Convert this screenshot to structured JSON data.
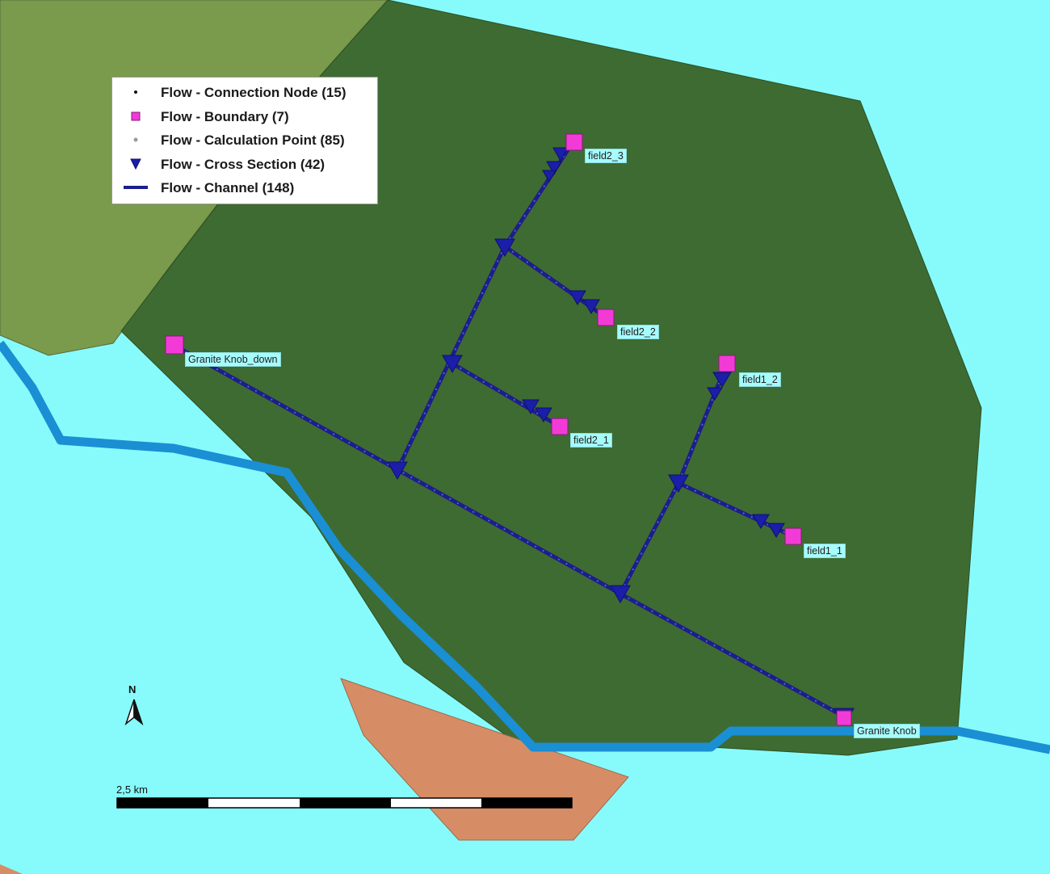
{
  "legend": {
    "items": [
      {
        "symbol": "connection-node",
        "label": "Flow - Connection Node (15)"
      },
      {
        "symbol": "boundary",
        "label": "Flow - Boundary (7)"
      },
      {
        "symbol": "calculation-point",
        "label": "Flow - Calculation Point (85)"
      },
      {
        "symbol": "cross-section",
        "label": "Flow - Cross Section (42)"
      },
      {
        "symbol": "channel",
        "label": "Flow - Channel (148)"
      }
    ]
  },
  "labels": {
    "field2_3": "field2_3",
    "field2_2": "field2_2",
    "field2_1": "field2_1",
    "field1_2": "field1_2",
    "field1_1": "field1_1",
    "granite_knob_down": "Granite Knob_down",
    "granite_knob": "Granite Knob"
  },
  "north_arrow": {
    "letter": "N"
  },
  "scale_bar": {
    "label": "2,5 km"
  },
  "colors": {
    "water": "#87fbfc",
    "polder": "#3e6b32",
    "upland": "#7a9a4c",
    "sand": "#d68d66",
    "river": "#1a8fd4",
    "channel": "#1b1e8c",
    "boundary": "#f23bd6",
    "label_bg": "#a6fbfc"
  }
}
